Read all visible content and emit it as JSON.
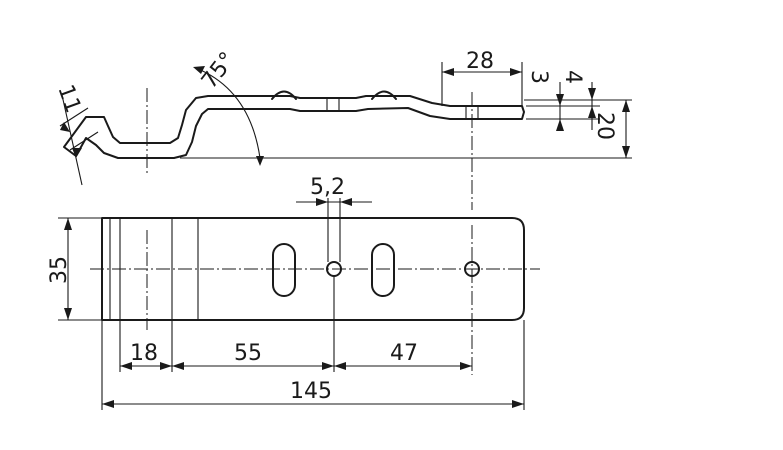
{
  "drawing": {
    "dimensions": {
      "angle": "75°",
      "flange_thickness": "11",
      "slot_length": "28",
      "offset_3": "3",
      "offset_4": "4",
      "height": "20",
      "hole_diameter": "5,2",
      "width": "35",
      "dim_18": "18",
      "dim_55": "55",
      "dim_47": "47",
      "overall_length": "145"
    }
  }
}
